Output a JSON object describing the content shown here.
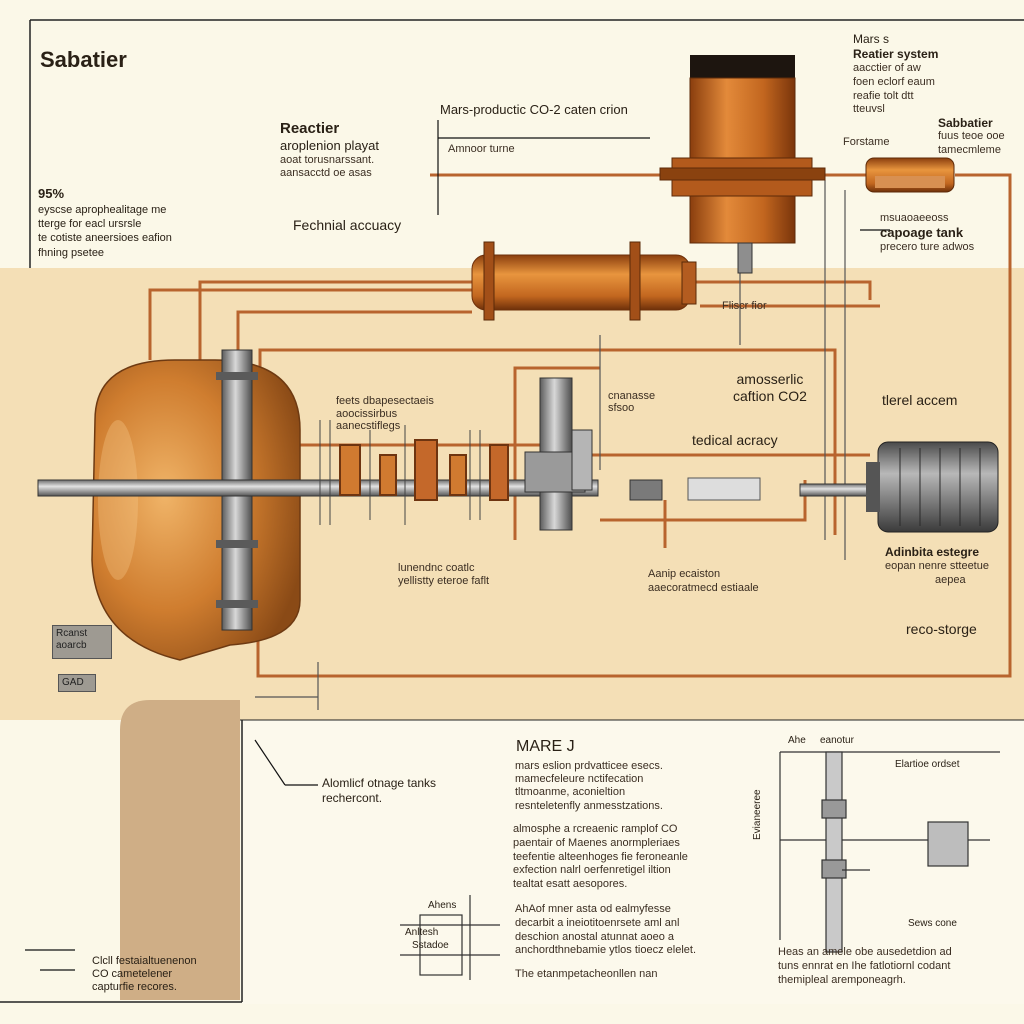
{
  "title": "Sabatier",
  "header_block": {
    "mars": "Mars s",
    "system": "Reatier system",
    "lines": [
      "aacctier of aw",
      "foen eclorf eaum",
      "reafie tolt dtt",
      "tteuvsl"
    ]
  },
  "reactor_label": {
    "heading": "Reactier",
    "lines": [
      "aroplenion playat",
      "aoat torusnarssant.",
      "aansacctd oe asas"
    ]
  },
  "co2_caption": "Mars-productic CO-2 caten crion",
  "ammonia_label": "Amnoor turne",
  "pct_note": {
    "heading": "95%",
    "lines": [
      "eyscse aprophealitage me",
      "tterge for eacl ursrsle",
      "te cotiste aneersioes eafion",
      "fhning psetee"
    ]
  },
  "technical_accuracy_1": "Fechnial accuacy",
  "top_right_labels": {
    "forstame": "Forstame",
    "sabatier": "Sabbatier",
    "sabatier_lines": [
      "fuus teoe ooe",
      "tamecmleme"
    ],
    "storage_small": "msuaoaeeoss",
    "capture_tank": "capoage tank",
    "capture_small": "precero ture adwos"
  },
  "filter_label": "Fliscr fior",
  "atmos_capture": [
    "amosserlic",
    "caftion CO2"
  ],
  "tedical_acracy": "tedical acracy",
  "tlerel_accem": "tlerel accem",
  "mid_labels": {
    "a": [
      "feets dbapesectaeis",
      "aoocissirbus",
      "aanecstiflegs"
    ],
    "b": "cnanasse",
    "c": "sfsoo"
  },
  "below_tank_labels": [
    "lunendnc coatlc",
    "yellistty eteroe faflt"
  ],
  "center_bottom": [
    "Aanip ecaiston",
    "aaecoratmecd estiaale"
  ],
  "adiabatic": {
    "heading": "Adinbita estegre",
    "lines": [
      "eopan nenre stteetue",
      "aepea"
    ]
  },
  "reco_storage": "reco-storge",
  "left_boxes": {
    "a": "Rcanst",
    "b": "aoarcb",
    "c": "GAD"
  },
  "storage_tanks": [
    "Alomlicf otnage tanks",
    "rechercont."
  ],
  "mare": "MARE J",
  "mare_lines": [
    "mars eslion prdvatticee esecs.",
    "mamecfeleure nctifecation",
    "tltmoanme, aconieltion",
    "resnteletenfly anmesstzations."
  ],
  "co_para": [
    "almosphe a rcreaenic ramplof CO",
    "paentair of Maenes anormpleriaes",
    "teefentie alteenhoges fie feroneanle",
    "exfection nalrl oerfenretigel iltion",
    "tealtat esatt aesopores."
  ],
  "bottom_mid_para": [
    "AhAof mner asta od ealmyfesse",
    "decarbit a ineiotitoenrsete aml anl",
    "deschion anostal atunnat aoeo a",
    "anchordthnebamie ytlos tioecz elelet."
  ],
  "terrestrial": "The etanmpetacheonllen nan",
  "mini_labels": [
    "Ahens",
    "Anltesh",
    "Sstadoe"
  ],
  "bottom_left": [
    "Clcll festaialtuenenon",
    "CO cametelener",
    "capturfie recores."
  ],
  "br_diagram": {
    "top_a": "Ahe",
    "top_b": "eanotur",
    "right_a": "Elartioe ordset",
    "right_b": "Sews cone",
    "vertical": "Evianeeree"
  },
  "br_para": [
    "Heas an amele obe ausedetdion ad",
    "tuns ennrat en Ihe fatlotiornl codant",
    "themipleal aremponeagrh."
  ],
  "colors": {
    "background": "#fbf8e8",
    "band": "#f4dfb6",
    "copper": "#c26a26",
    "copper_dark": "#7a3a10",
    "pipe": "#c0703a",
    "steel": "#8a8a8a",
    "line": "#222222"
  }
}
